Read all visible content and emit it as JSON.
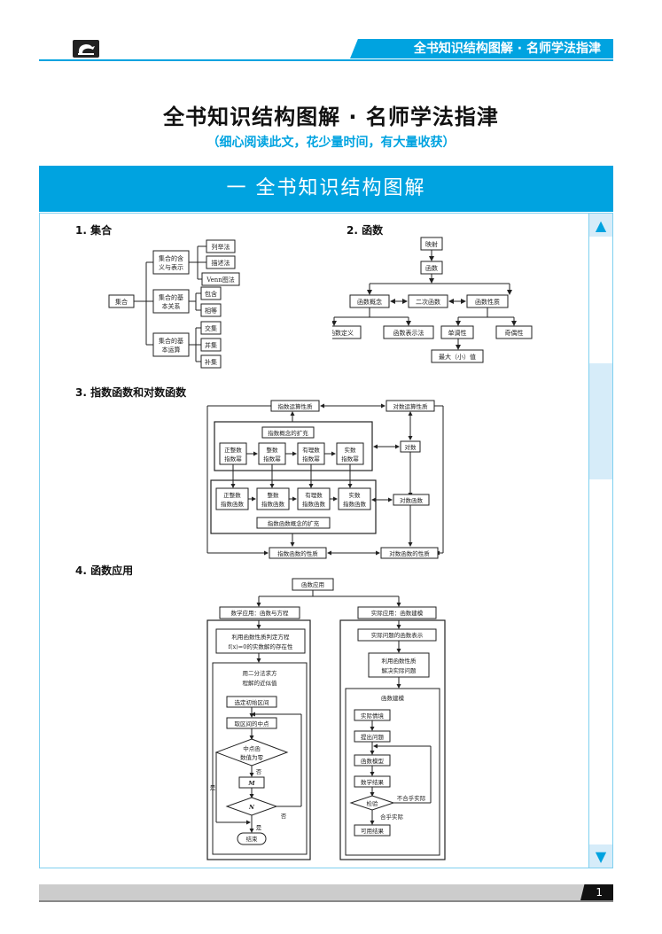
{
  "header": {
    "logo_icon": "publisher-logo-icon",
    "banner_text": "全书知识结构图解 · 名师学法指津"
  },
  "page": {
    "title": "全书知识结构图解 · 名师学法指津",
    "subtitle": "（细心阅读此文，花少量时间，有大量收获）",
    "section_title": "一    全书知识结构图解",
    "page_number": "1"
  },
  "scrollbar": {
    "up_icon": "▲",
    "down_icon": "▼"
  },
  "sections": [
    {
      "heading": "1. 集合",
      "root": "集合",
      "branches": [
        {
          "label": [
            "集合的含",
            "义与表示"
          ],
          "children": [
            "列举法",
            "描述法",
            "Venn图法"
          ]
        },
        {
          "label": [
            "集合的基",
            "本关系"
          ],
          "children": [
            "包含",
            "相等"
          ]
        },
        {
          "label": [
            "集合的基",
            "本运算"
          ],
          "children": [
            "交集",
            "并集",
            "补集"
          ]
        }
      ]
    },
    {
      "heading": "2. 函数",
      "nodes": {
        "mapping": "映射",
        "function": "函数",
        "concept": "函数概念",
        "quadratic": "二次函数",
        "property": "函数性质",
        "definition": "函数定义",
        "representation": "函数表示法",
        "monotonicity": "单调性",
        "parity": "奇偶性",
        "extremum": "最大（小）值"
      }
    },
    {
      "heading": "3. 指数函数和对数函数",
      "nodes": {
        "exp_ops": "指数运算性质",
        "log_ops": "对数运算性质",
        "exp_concept_ext": "指数概念的扩充",
        "log": "对数",
        "powers": [
          [
            "正整数",
            "指数幂"
          ],
          [
            "整数",
            "指数幂"
          ],
          [
            "有理数",
            "指数幂"
          ],
          [
            "实数",
            "指数幂"
          ]
        ],
        "funcs": [
          [
            "正整数",
            "指数函数"
          ],
          [
            "整数",
            "指数函数"
          ],
          [
            "有理数",
            "指数函数"
          ],
          [
            "实数",
            "指数函数"
          ]
        ],
        "exp_func_ext": "指数函数概念的扩充",
        "log_func": "对数函数",
        "exp_props": "指数函数的性质",
        "log_props": "对数函数的性质"
      }
    },
    {
      "heading": "4. 函数应用",
      "nodes": {
        "root": "函数应用",
        "math_app": "数学应用：函数与方程",
        "real_app": "实际应用：函数建模",
        "judge": [
          "利用函数性质判定方程",
          "f(x)=0的实数解的存在性"
        ],
        "bisection": [
          "用二分法求方",
          "程解的近似值"
        ],
        "init_interval": "选定初始区间",
        "midpoint": "取区间的中点",
        "mid_zero": [
          "中点函",
          "数值为零"
        ],
        "M": "M",
        "N": "N",
        "end": "结束",
        "yes": "是",
        "no": "否",
        "real_rep": "实际问题的函数表示",
        "solve": [
          "利用函数性质",
          "解决实际问题"
        ],
        "modeling": "函数建模",
        "situation": "实际情境",
        "problem": "提出问题",
        "model": "函数模型",
        "result": "数学结果",
        "check": "检验",
        "not_fit": "不合乎实际",
        "fit": "合乎实际",
        "usable": "可用结果"
      }
    }
  ]
}
